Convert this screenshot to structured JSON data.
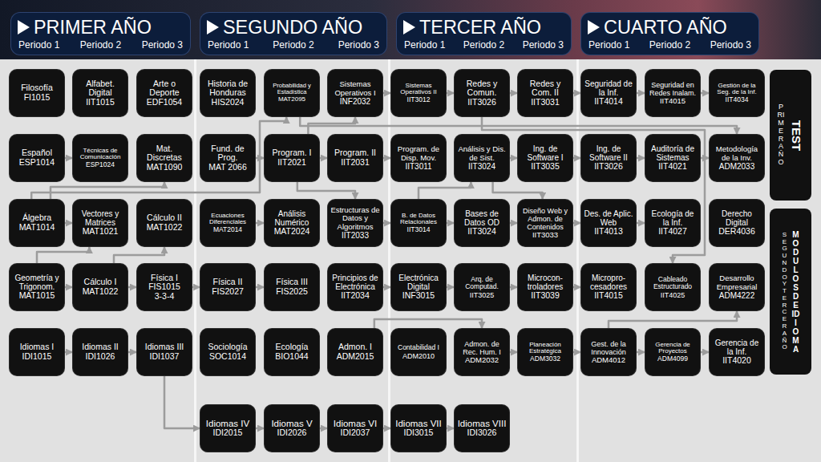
{
  "diagram": {
    "nodes": [
      {
        "text": [
          "PRIMER AÑO",
          "Periodo 1",
          "Periodo 2",
          "Periodo 3"
        ]
      },
      {
        "text": [
          "SEGUNDO AÑO",
          "Periodo 1",
          "Periodo 2",
          "Periodo 3"
        ]
      },
      {
        "text": [
          "TERCER AÑO",
          "Periodo 1",
          "Periodo 2",
          "Periodo 3"
        ]
      },
      {
        "text": [
          "CUARTO AÑO",
          "Periodo 1",
          "Periodo 2",
          "Periodo 3"
        ]
      },
      {
        "text": [
          "Filosofía",
          "FI1015"
        ]
      },
      {
        "text": [
          "Alfabet. Digital",
          "IIT1015"
        ]
      },
      {
        "text": [
          "Arte o Deporte",
          "EDF1054"
        ]
      },
      {
        "text": [
          "Historia de Honduras",
          "HIS2024"
        ]
      },
      {
        "text": [
          "Probabilidad y Estadística",
          "MAT2095"
        ]
      },
      {
        "text": [
          "Sistemas Operativos I",
          "INF2032"
        ]
      },
      {
        "text": [
          "Sistemas Operativos II",
          "IIT3012"
        ]
      },
      {
        "text": [
          "Redes y Comun.",
          "IIT3026"
        ]
      },
      {
        "text": [
          "Redes y Com. II",
          "IIT3031"
        ]
      },
      {
        "text": [
          "Seguridad de la Inf.",
          "IIT4014"
        ]
      },
      {
        "text": [
          "Seguridad en Redes Inalam.",
          "IIT4015"
        ]
      },
      {
        "text": [
          "Gestión de la Seg. de la Inf.",
          "IIT4034"
        ]
      },
      {
        "text": [
          "Español",
          "ESP1014"
        ]
      },
      {
        "text": [
          "Técnicas de Comunicación",
          "ESP1024"
        ]
      },
      {
        "text": [
          "Mat. Discretas",
          "MAT1090"
        ]
      },
      {
        "text": [
          "Fund. de Prog.",
          "MAT 2066"
        ]
      },
      {
        "text": [
          "Program. I",
          "IIT2021"
        ]
      },
      {
        "text": [
          "Program. II",
          "IIT2031"
        ]
      },
      {
        "text": [
          "Program. de Disp. Mov.",
          "IIT3011"
        ]
      },
      {
        "text": [
          "Análisis y Dis. de Sist.",
          "IIT3024"
        ]
      },
      {
        "text": [
          "Ing. de Software I",
          "IIT3035"
        ]
      },
      {
        "text": [
          "Ing. de Software II",
          "IIT3026"
        ]
      },
      {
        "text": [
          "Auditoría de Sistemas",
          "IIT4021"
        ]
      },
      {
        "text": [
          "Metodología de la Inv.",
          "ADM2033"
        ]
      },
      {
        "text": [
          "Álgebra",
          "MAT1014"
        ]
      },
      {
        "text": [
          "Vectores y Matrices",
          "MAT1021"
        ]
      },
      {
        "text": [
          "Cálculo II",
          "MAT1022"
        ]
      },
      {
        "text": [
          "Ecuaciones Diferenciales",
          "MAT2014"
        ]
      },
      {
        "text": [
          "Análisis Numérico",
          "MAT2024"
        ]
      },
      {
        "text": [
          "Estructuras de Datos y Algoritmos",
          "IIT2033"
        ]
      },
      {
        "text": [
          "B. de Datos Relacionales",
          "IIT3014"
        ]
      },
      {
        "text": [
          "Bases de Datos OD",
          "IIT3024"
        ]
      },
      {
        "text": [
          "Diseño Web y Admon. de Contenidos",
          "IIT3033"
        ]
      },
      {
        "text": [
          "Des. de Aplic. Web",
          "IIT4013"
        ]
      },
      {
        "text": [
          "Ecología de la Inf.",
          "IIT4027"
        ]
      },
      {
        "text": [
          "Derecho Digital",
          "DER4036"
        ]
      },
      {
        "text": [
          "Geometría y Trigonom.",
          "MAT1015"
        ]
      },
      {
        "text": [
          "Cálculo I",
          "MAT1022"
        ]
      },
      {
        "text": [
          "Física I",
          "FIS1015",
          "3-3-4"
        ]
      },
      {
        "text": [
          "Física II",
          "FIS2027"
        ]
      },
      {
        "text": [
          "Física III",
          "FIS2025"
        ]
      },
      {
        "text": [
          "Principios de Electrónica",
          "IIT2034"
        ]
      },
      {
        "text": [
          "Electrónica Digital",
          "INF3015"
        ]
      },
      {
        "text": [
          "Arq. de Computad.",
          "IIT3025"
        ]
      },
      {
        "text": [
          "Microcon- troladores",
          "IIT3039"
        ]
      },
      {
        "text": [
          "Micropro- cesadores",
          "IIT4015"
        ]
      },
      {
        "text": [
          "Cableado Estructurado",
          "IIT4025"
        ]
      },
      {
        "text": [
          "Desarrollo Empresarial",
          "ADM4222"
        ]
      },
      {
        "text": [
          "Idiomas I",
          "IDI1015"
        ]
      },
      {
        "text": [
          "Idiomas II",
          "IDI1026"
        ]
      },
      {
        "text": [
          "Idiomas III",
          "IDI1037"
        ]
      },
      {
        "text": [
          "Sociología",
          "SOC1014"
        ]
      },
      {
        "text": [
          "Ecología",
          "BIO1044"
        ]
      },
      {
        "text": [
          "Admon. I",
          "ADM2015"
        ]
      },
      {
        "text": [
          "Contabilidad I",
          "ADM2010"
        ]
      },
      {
        "text": [
          "Admon. de Rec. Hum. I",
          "ADM2032"
        ]
      },
      {
        "text": [
          "Planeación Estratégica",
          "ADM3032"
        ]
      },
      {
        "text": [
          "Gest. de la Innovación",
          "ADM4012"
        ]
      },
      {
        "text": [
          "Gerencia de Proyectos",
          "ADM4099"
        ]
      },
      {
        "text": [
          "Gerencia de la Inf.",
          "IIT4020"
        ]
      },
      {
        "text": [
          "Idiomas IV",
          "IDI2015"
        ]
      },
      {
        "text": [
          "Idiomas V",
          "IDI2026"
        ]
      },
      {
        "text": [
          "Idiomas VI",
          "IDI2037"
        ]
      },
      {
        "text": [
          "Idiomas VII",
          "IDI3015"
        ]
      },
      {
        "text": [
          "Idiomas VIII",
          "IDI3026"
        ]
      },
      {
        "text": [
          "PRIMER AÑO",
          "TEST"
        ]
      },
      {
        "text": [
          "SEGUNDO Y TERCER AÑO",
          "MODULOS DE IDIOMA"
        ]
      }
    ],
    "edges": [
      {
        "from": 9,
        "to": 10,
        "arrow": "to"
      },
      {
        "from": 10,
        "to": 11,
        "arrow": "to"
      },
      {
        "from": 11,
        "to": 12,
        "arrow": "to"
      },
      {
        "from": 12,
        "to": 13,
        "arrow": "to"
      },
      {
        "from": 13,
        "to": 14,
        "arrow": "to"
      },
      {
        "from": 14,
        "to": 15,
        "arrow": "to"
      },
      {
        "from": 28,
        "to": 8,
        "arrow": "to"
      },
      {
        "from": 8,
        "to": 27,
        "arrow": "to"
      },
      {
        "from": 20,
        "to": 9,
        "arrow": "to"
      },
      {
        "from": 11,
        "to": 50,
        "arrow": "to"
      },
      {
        "from": 16,
        "to": 17,
        "arrow": "to"
      },
      {
        "from": 19,
        "to": 20,
        "arrow": "to"
      },
      {
        "from": 20,
        "to": 21,
        "arrow": "to"
      },
      {
        "from": 21,
        "to": 22,
        "arrow": "to"
      },
      {
        "from": 23,
        "to": 24,
        "arrow": "to"
      },
      {
        "from": 24,
        "to": 25,
        "arrow": "to"
      },
      {
        "from": 25,
        "to": 26,
        "arrow": "to"
      },
      {
        "from": 26,
        "to": 27,
        "arrow": "to"
      },
      {
        "from": 28,
        "to": 18,
        "arrow": "to"
      },
      {
        "from": 20,
        "to": 33,
        "arrow": "to"
      },
      {
        "from": 23,
        "to": 36,
        "arrow": "to"
      },
      {
        "from": 34,
        "to": 23,
        "arrow": "to"
      },
      {
        "from": 28,
        "to": 29,
        "arrow": "to"
      },
      {
        "from": 31,
        "to": 32,
        "arrow": "to"
      },
      {
        "from": 33,
        "to": 34,
        "arrow": "to"
      },
      {
        "from": 34,
        "to": 35,
        "arrow": "to"
      },
      {
        "from": 35,
        "to": 36,
        "arrow": "to"
      },
      {
        "from": 36,
        "to": 37,
        "arrow": "to"
      },
      {
        "from": 37,
        "to": 38,
        "arrow": "to"
      },
      {
        "from": 41,
        "to": 30,
        "arrow": "to"
      },
      {
        "from": 40,
        "to": 29,
        "arrow": "to"
      },
      {
        "from": 40,
        "to": 41,
        "arrow": "to"
      },
      {
        "from": 41,
        "to": 42,
        "arrow": "to"
      },
      {
        "from": 42,
        "to": 43,
        "arrow": "to"
      },
      {
        "from": 43,
        "to": 44,
        "arrow": "to"
      },
      {
        "from": 45,
        "to": 46,
        "arrow": "to"
      },
      {
        "from": 46,
        "to": 47,
        "arrow": "to"
      },
      {
        "from": 47,
        "to": 48,
        "arrow": "to"
      },
      {
        "from": 48,
        "to": 49,
        "arrow": "to"
      },
      {
        "from": 61,
        "to": 51,
        "arrow": "to"
      },
      {
        "from": 52,
        "to": 53,
        "arrow": "to"
      },
      {
        "from": 53,
        "to": 54,
        "arrow": "to"
      },
      {
        "from": 57,
        "to": 59,
        "arrow": "to"
      },
      {
        "from": 59,
        "to": 60,
        "arrow": "to"
      },
      {
        "from": 60,
        "to": 61,
        "arrow": "to"
      },
      {
        "from": 61,
        "to": 62,
        "arrow": "to"
      },
      {
        "from": 62,
        "to": 63,
        "arrow": "to"
      },
      {
        "from": 54,
        "to": 64,
        "arrow": "to"
      },
      {
        "from": 64,
        "to": 65,
        "arrow": "to"
      },
      {
        "from": 65,
        "to": 66,
        "arrow": "to"
      },
      {
        "from": 66,
        "to": 67,
        "arrow": "to"
      },
      {
        "from": 67,
        "to": 68,
        "arrow": "to"
      }
    ]
  }
}
